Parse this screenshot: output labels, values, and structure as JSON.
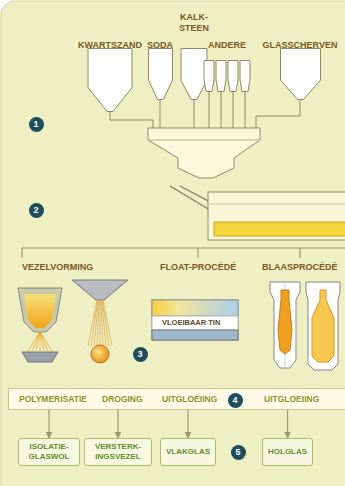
{
  "diagram": {
    "nodes": [
      {
        "text": [
          "KWARTSZAND"
        ]
      },
      {
        "text": [
          "SODA"
        ]
      },
      {
        "text": [
          "KALK- STEEN"
        ]
      },
      {
        "text": [
          "ANDERE"
        ]
      },
      {
        "text": [
          "GLASSCHERVEN"
        ]
      },
      {
        "text": [
          "POLYMERISATIE",
          "DROGING",
          "UITGLOEIING",
          "UITGLOEIING"
        ]
      },
      {
        "text": [
          "ISOLATIE- GLASWOL"
        ]
      },
      {
        "text": [
          "VERSTERK- INGSVEZEL"
        ]
      },
      {
        "text": [
          "VLAKGLAS"
        ]
      },
      {
        "text": [
          "HOLGLAS"
        ]
      }
    ],
    "edges": [
      {
        "from": 5,
        "to": 6,
        "arrow": "to"
      },
      {
        "from": 5,
        "to": 7,
        "arrow": "to"
      },
      {
        "from": 5,
        "to": 8,
        "arrow": "to"
      },
      {
        "from": 5,
        "to": 9,
        "arrow": "to"
      }
    ],
    "labels": [
      "1",
      "2",
      "VEZELVORMING",
      "FLOAT-PROCÉDÉ",
      "BLAASPROCÉDÉ",
      "VLOEIBAAR TIN",
      "3",
      "4",
      "5"
    ]
  }
}
